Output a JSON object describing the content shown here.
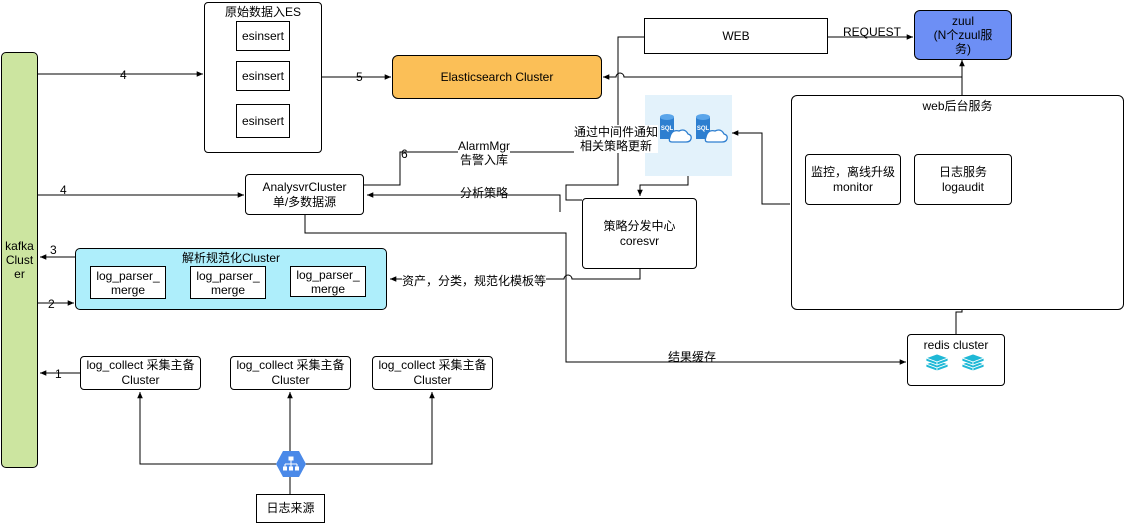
{
  "kafka": {
    "label": "kafka\nClust\ner"
  },
  "es_ingest": {
    "title": "原始数据入ES",
    "items": [
      "esinsert",
      "esinsert",
      "esinsert"
    ]
  },
  "es_cluster": {
    "label": "Elasticsearch Cluster"
  },
  "web": {
    "label": "WEB"
  },
  "zuul": {
    "label": "zuul\n(N个zuul服\n务)"
  },
  "request_label": "REQUEST",
  "web_backend": {
    "title": "web后台服务"
  },
  "monitor": {
    "label": "监控，离线升级\nmonitor"
  },
  "logaudit": {
    "label": "日志服务\nlogaudit"
  },
  "analysvr": {
    "label": "AnalysvrCluster\n单/多数据源"
  },
  "alarm_label": "AlarmMgr\n告警入库",
  "analysis_policy_label": "分析策略",
  "middleware_note": "通过中间件通知\n相关策略更新",
  "coresvr": {
    "label": "策略分发中心\ncoresvr"
  },
  "parser_cluster": {
    "title": "解析规范化Cluster",
    "items": [
      "log_parser_\nmerge",
      "log_parser_\nmerge",
      "log_parser_\nmerge"
    ]
  },
  "asset_label": "资产，分类，规范化模板等",
  "redis": {
    "title": "redis cluster"
  },
  "result_cache_label": "结果缓存",
  "collectors": [
    "log_collect 采集主备\nCluster",
    "log_collect 采集主备\nCluster",
    "log_collect 采集主备\nCluster"
  ],
  "log_source": {
    "label": "日志来源"
  },
  "edge_numbers": {
    "n1": "1",
    "n2": "2",
    "n3": "3",
    "n4a": "4",
    "n4b": "4",
    "n5": "5",
    "n6": "6"
  },
  "colors": {
    "kafka": "#cce5a0",
    "es_cluster": "#fbbf57",
    "zuul": "#6d8ff5",
    "parser": "#aeeefb",
    "cloud_icon": "#2e7fd0",
    "lb_icon": "#4a89e8"
  },
  "icons": [
    "sql-database-icon",
    "redis-stack-icon",
    "load-balancer-icon"
  ]
}
